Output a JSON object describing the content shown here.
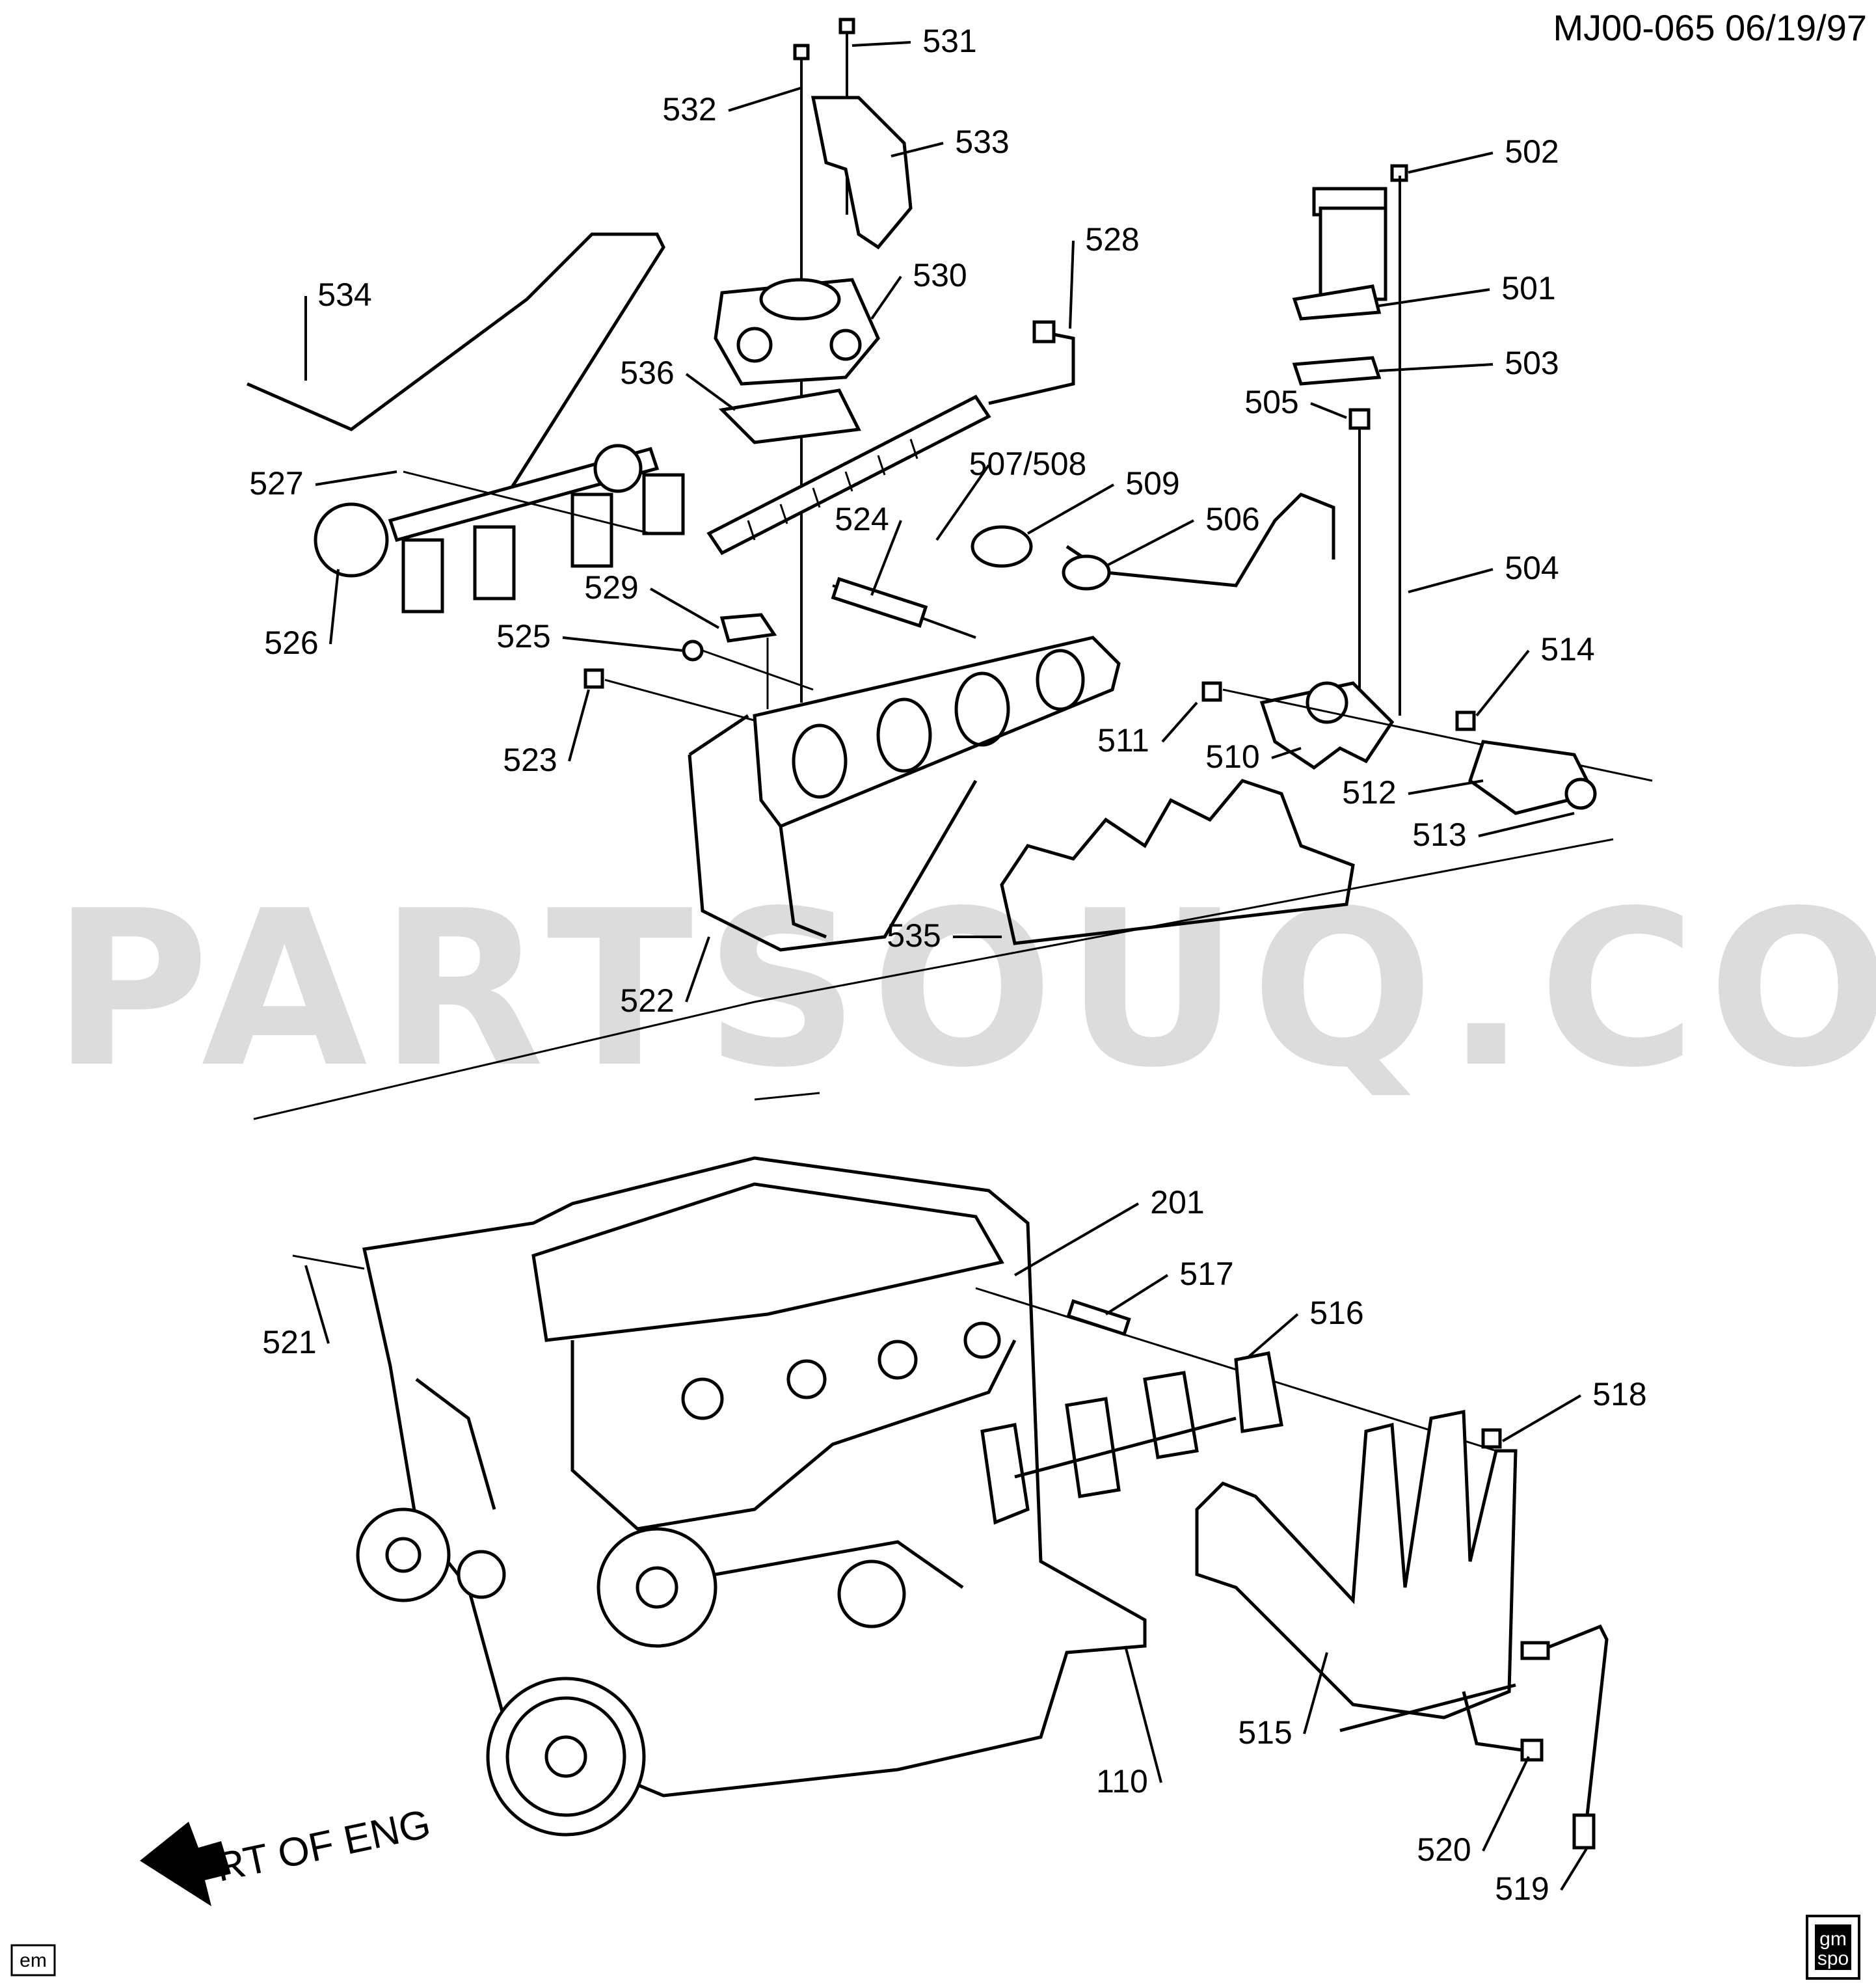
{
  "document": {
    "id_date": "MJ00-065  06/19/97",
    "watermark": "PARTSOUQ.COM",
    "direction_note": "FRT OF ENG",
    "corner_tag": "em",
    "logo_text_top": "gm",
    "logo_text_bottom": "spo"
  },
  "callouts": [
    "531",
    "532",
    "533",
    "502",
    "534",
    "530",
    "528",
    "501",
    "536",
    "503",
    "505",
    "527",
    "507/508",
    "509",
    "506",
    "524",
    "504",
    "526",
    "529",
    "525",
    "514",
    "523",
    "511",
    "510",
    "512",
    "513",
    "535",
    "522",
    "201",
    "517",
    "516",
    "521",
    "518",
    "110",
    "515",
    "520",
    "519"
  ]
}
